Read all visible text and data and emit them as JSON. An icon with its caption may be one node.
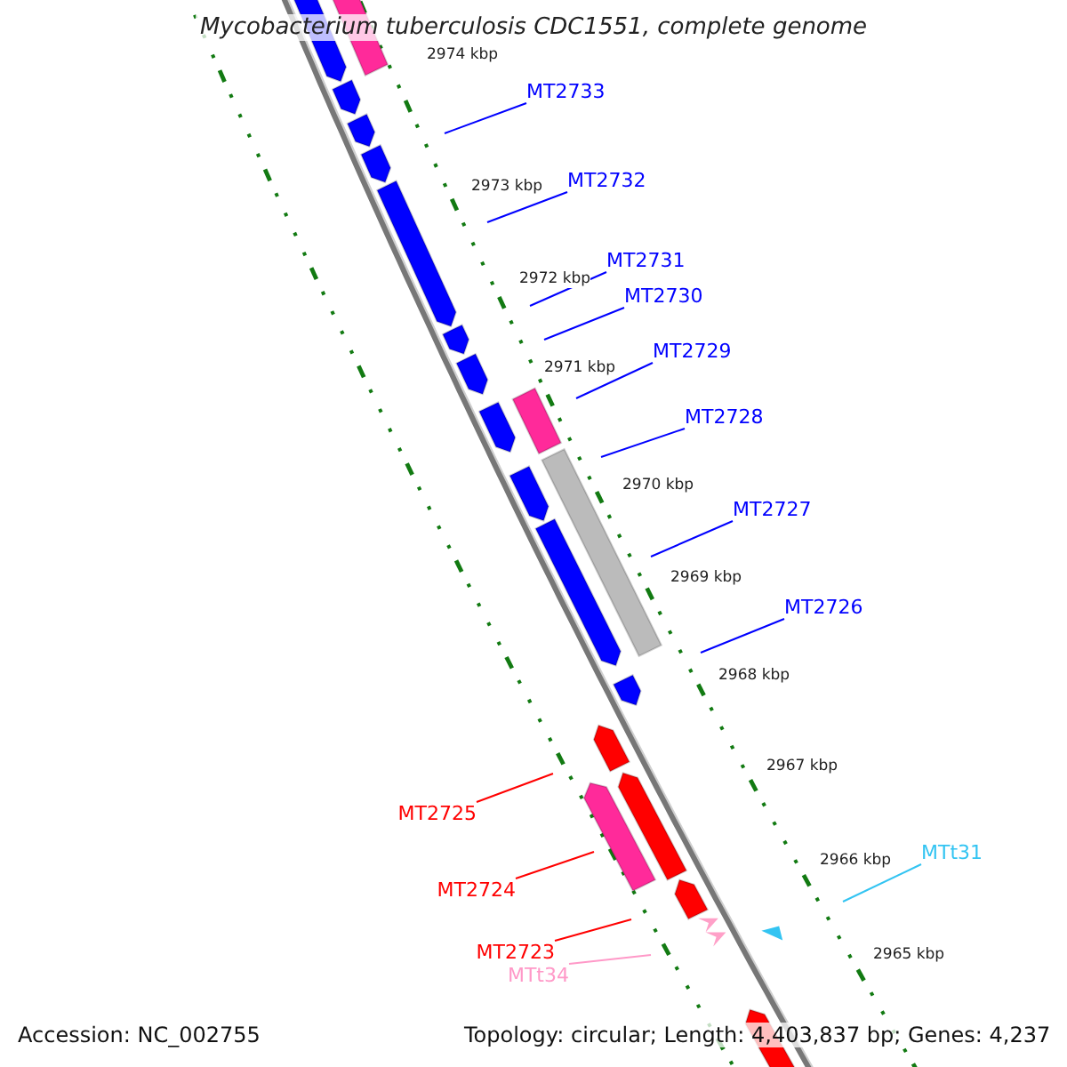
{
  "diagram": {
    "title": "Mycobacterium tuberculosis CDC1551, complete genome",
    "nodes": [
      {
        "text": [
          "MT2733"
        ]
      },
      {
        "text": [
          "MT2732"
        ]
      },
      {
        "text": [
          "MT2731"
        ]
      },
      {
        "text": [
          "MT2730"
        ]
      },
      {
        "text": [
          "MT2729"
        ]
      },
      {
        "text": [
          "MT2728"
        ]
      },
      {
        "text": [
          "MT2727"
        ]
      },
      {
        "text": [
          "MT2726"
        ]
      },
      {
        "text": [
          "MT2725"
        ]
      },
      {
        "text": [
          "MTt31"
        ]
      },
      {
        "text": [
          "MT2724"
        ]
      },
      {
        "text": [
          "MT2723"
        ]
      },
      {
        "text": [
          "MTt34"
        ]
      }
    ],
    "edges": [
      {
        "from": 0,
        "to": null,
        "arrow": "none"
      },
      {
        "from": 1,
        "to": null,
        "arrow": "none"
      },
      {
        "from": 2,
        "to": null,
        "arrow": "none"
      },
      {
        "from": 3,
        "to": null,
        "arrow": "none"
      },
      {
        "from": 4,
        "to": null,
        "arrow": "none"
      },
      {
        "from": 5,
        "to": null,
        "arrow": "none"
      },
      {
        "from": 6,
        "to": null,
        "arrow": "none"
      },
      {
        "from": 7,
        "to": null,
        "arrow": "none"
      },
      {
        "from": 8,
        "to": null,
        "arrow": "none",
        "color": "#ff0000"
      },
      {
        "from": 9,
        "to": null,
        "arrow": "none",
        "color": "#33c4f2"
      },
      {
        "from": 10,
        "to": null,
        "arrow": "none",
        "color": "#ff0000"
      },
      {
        "from": 11,
        "to": null,
        "arrow": "none",
        "color": "#ff0000"
      },
      {
        "from": 12,
        "to": null,
        "arrow": "none",
        "color": "#ff99c8"
      }
    ],
    "labels": [
      "2974 kbp",
      "2973 kbp",
      "2972 kbp",
      "2971 kbp",
      "2970 kbp",
      "2969 kbp",
      "2968 kbp",
      "2967 kbp",
      "2966 kbp",
      "2965 kbp",
      "Accession: NC_002755",
      "Topology: circular; Length: 4,403,837 bp; Genes: 4,237"
    ]
  }
}
